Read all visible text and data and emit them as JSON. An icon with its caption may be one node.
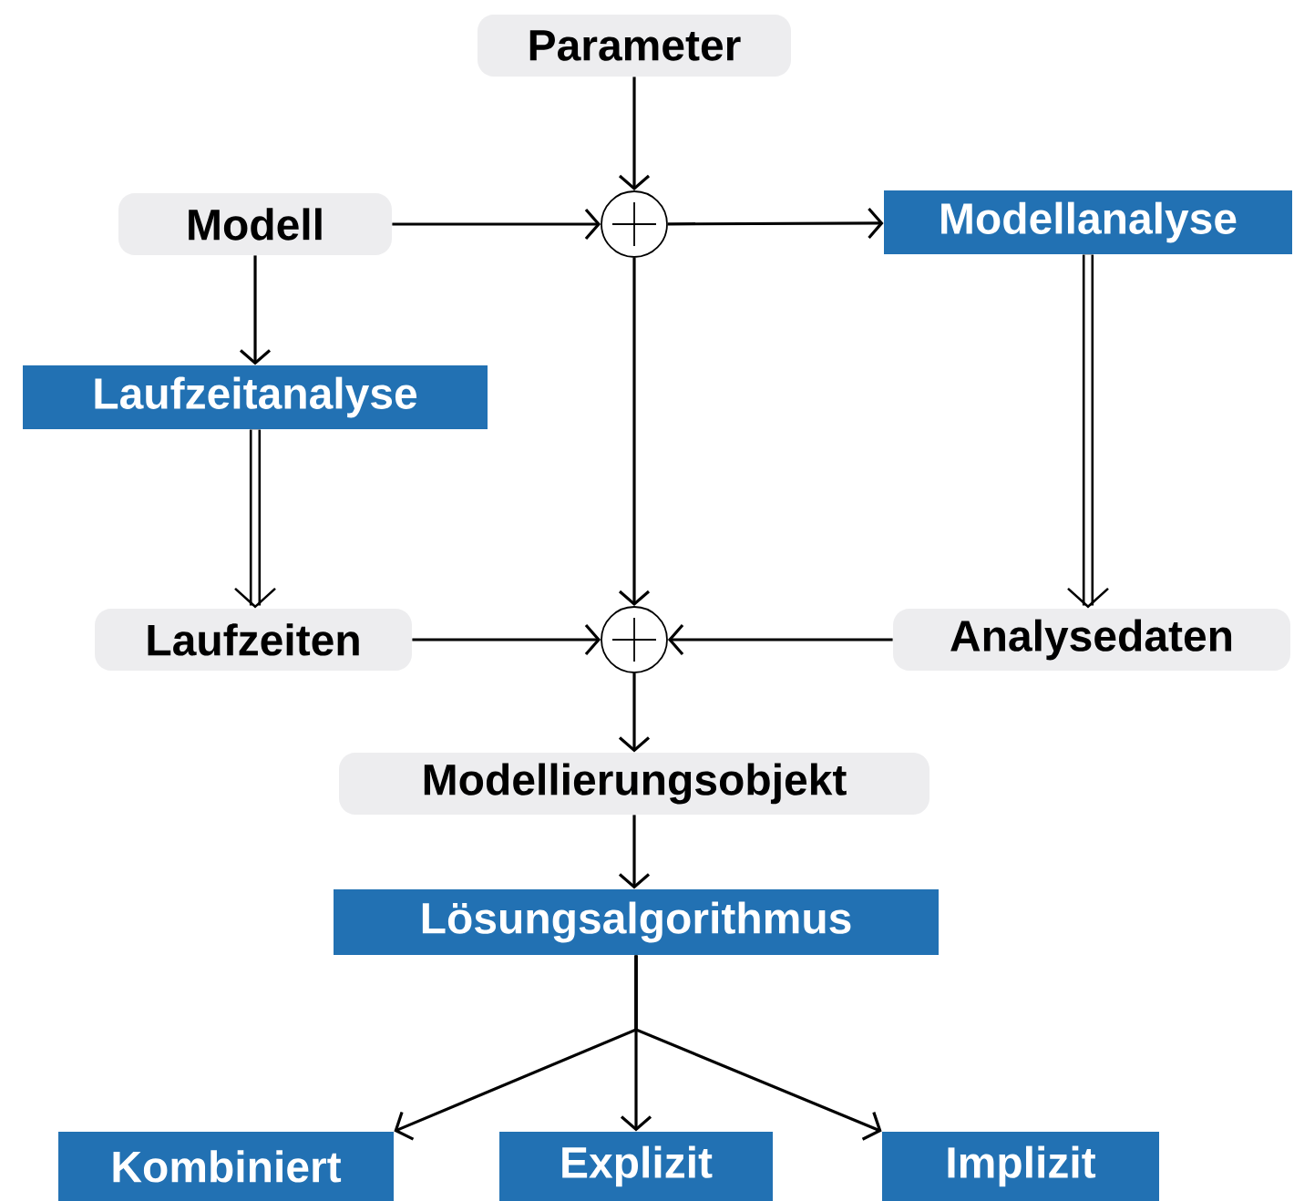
{
  "diagram": {
    "nodes": [
      {
        "text": [
          "Parameter"
        ]
      },
      {
        "text": [
          "Modell"
        ]
      },
      {
        "text": [],
        "shape": "circle"
      },
      {
        "text": [
          "Modellanalyse"
        ]
      },
      {
        "text": [
          "Laufzeitanalyse"
        ]
      },
      {
        "text": [
          "Laufzeiten"
        ]
      },
      {
        "text": [],
        "shape": "circle"
      },
      {
        "text": [
          "Analysedaten"
        ]
      },
      {
        "text": [
          "Modellierungsobjekt"
        ]
      },
      {
        "text": [
          "Lösungsalgorithmus"
        ]
      },
      {
        "text": [
          "Kombiniert"
        ]
      },
      {
        "text": [
          "Explizit"
        ]
      },
      {
        "text": [
          "Implizit"
        ]
      }
    ],
    "edges": [
      {
        "from": 0,
        "to": 2,
        "arrow": "to"
      },
      {
        "from": 1,
        "to": 2,
        "arrow": "to"
      },
      {
        "from": 2,
        "to": 3,
        "arrow": "to"
      },
      {
        "from": 1,
        "to": 4,
        "arrow": "to"
      },
      {
        "from": 4,
        "to": 5,
        "arrow": "to",
        "style": "thick"
      },
      {
        "from": 3,
        "to": 7,
        "arrow": "to",
        "style": "thick"
      },
      {
        "from": 2,
        "to": 6,
        "arrow": "to"
      },
      {
        "from": 5,
        "to": 6,
        "arrow": "to"
      },
      {
        "from": 7,
        "to": 6,
        "arrow": "to"
      },
      {
        "from": 6,
        "to": 8,
        "arrow": "to"
      },
      {
        "from": 8,
        "to": 9,
        "arrow": "to"
      },
      {
        "from": 9,
        "to": 10,
        "arrow": "to"
      },
      {
        "from": 9,
        "to": 11,
        "arrow": "to"
      },
      {
        "from": 9,
        "to": 12,
        "arrow": "to"
      }
    ]
  }
}
